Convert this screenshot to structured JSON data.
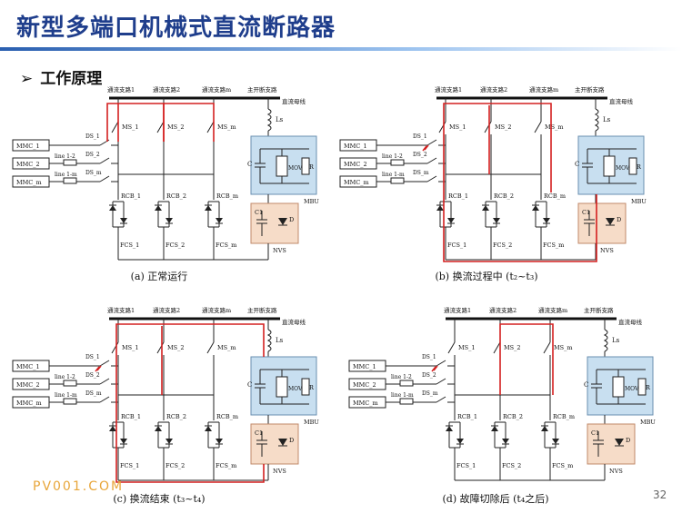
{
  "title": "新型多端口机械式直流断路器",
  "section": "工作原理",
  "watermark": "PV001.COM",
  "page_number": "32",
  "diagram_labels": {
    "branch1": "通流支路1",
    "branch2": "通流支路2",
    "branchm": "通流支路m",
    "main_break": "主开断支路",
    "dc_bus": "直流母线",
    "ls": "Ls",
    "ms1": "MS_1",
    "ms2": "MS_2",
    "msm": "MS_m",
    "ds1": "DS_1",
    "ds2": "DS_2",
    "dsm": "DS_m",
    "line12": "line 1-2",
    "line1m": "line 1-m",
    "mmc1": "MMC_1",
    "mmc2": "MMC_2",
    "mmcm": "MMC_m",
    "rcb1": "RCB_1",
    "rcb2": "RCB_2",
    "rcbm": "RCB_m",
    "fcs1": "FCS_1",
    "fcs2": "FCS_2",
    "fcsm": "FCS_m",
    "c": "C",
    "mov": "MOV",
    "r": "R",
    "mbu": "MBU",
    "c1": "C1",
    "d": "D",
    "nvs": "NVS"
  },
  "panels": [
    {
      "caption": "(a) 正常运行",
      "fault": false
    },
    {
      "caption": "(b) 换流过程中 (t₂~t₃)",
      "fault": true
    },
    {
      "caption": "(c) 换流结束 (t₃~t₄)",
      "fault": true
    },
    {
      "caption": "(d) 故障切除后 (t₄之后)",
      "fault": true
    }
  ],
  "colors": {
    "title": "#1f3e8c",
    "current_path": "#d42020",
    "mbu_fill": "#c8dff0",
    "nvs_fill": "#f6dcc8"
  }
}
